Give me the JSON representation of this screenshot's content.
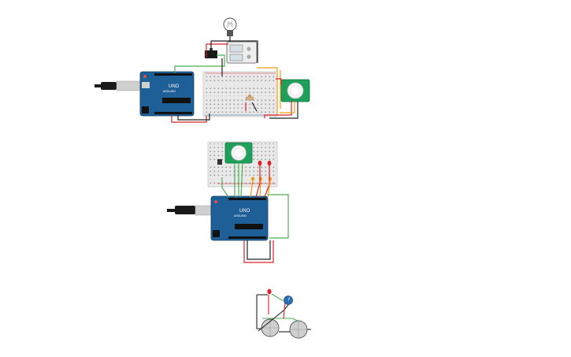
{
  "circuit1": {
    "board_label": "UNO",
    "board_brand": "ARDUINO"
  },
  "circuit2": {
    "board_label": "UNO",
    "board_brand": "ARDUINO"
  },
  "colors": {
    "board": "#1f5f97",
    "board_dark": "#17497a",
    "breadboard": "#e9e9e9",
    "wire_red": "#d8232a",
    "wire_black": "#222222",
    "wire_green": "#4caf50",
    "wire_orange": "#f39c12",
    "pir": "#1ea05a"
  }
}
